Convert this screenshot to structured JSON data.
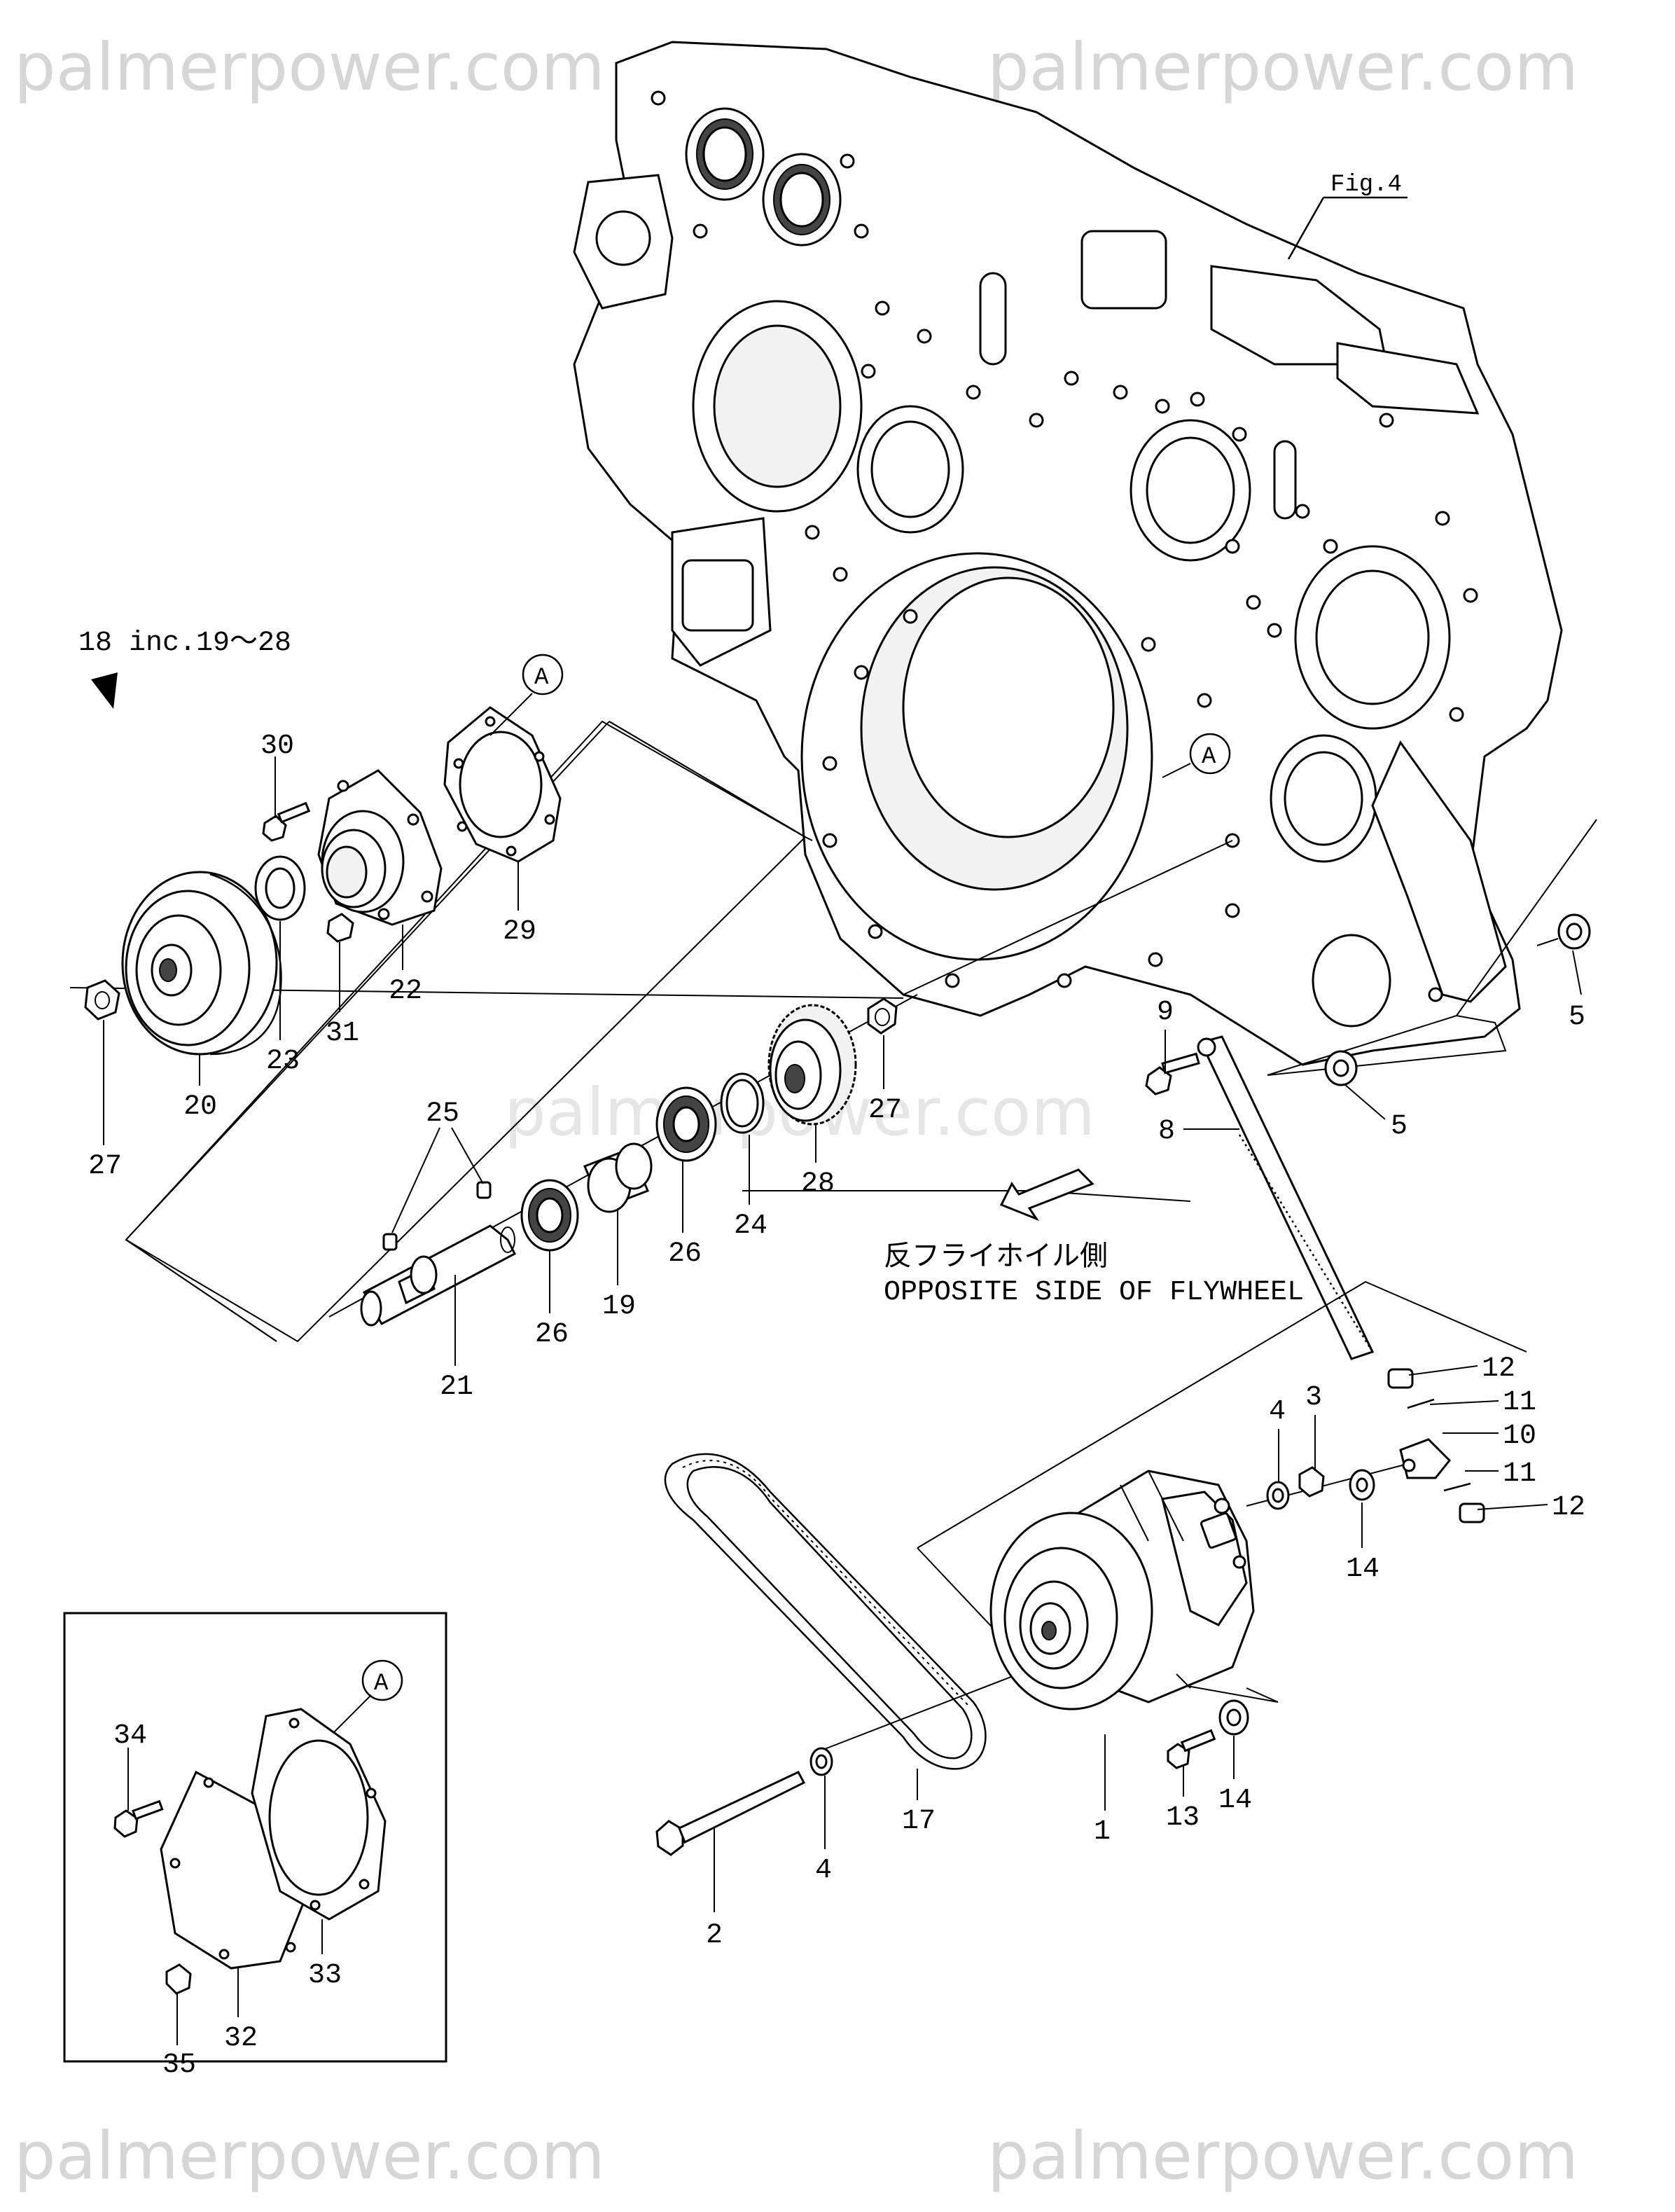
{
  "watermark": {
    "text": "palmerpower.com"
  },
  "header": {
    "group_label": "18 inc.19～28",
    "figure_ref": "Fig.4"
  },
  "view_note": {
    "japanese": "反フライホイル側",
    "english": "OPPOSITE SIDE OF FLYWHEEL"
  },
  "reference_marker": "A",
  "callouts": [
    {
      "id": "c1",
      "number": "1"
    },
    {
      "id": "c2",
      "number": "2"
    },
    {
      "id": "c3",
      "number": "3"
    },
    {
      "id": "c4a",
      "number": "4"
    },
    {
      "id": "c4b",
      "number": "4"
    },
    {
      "id": "c5a",
      "number": "5"
    },
    {
      "id": "c5b",
      "number": "5"
    },
    {
      "id": "c8",
      "number": "8"
    },
    {
      "id": "c9",
      "number": "9"
    },
    {
      "id": "c10",
      "number": "10"
    },
    {
      "id": "c11a",
      "number": "11"
    },
    {
      "id": "c11b",
      "number": "11"
    },
    {
      "id": "c12a",
      "number": "12"
    },
    {
      "id": "c12b",
      "number": "12"
    },
    {
      "id": "c13",
      "number": "13"
    },
    {
      "id": "c14a",
      "number": "14"
    },
    {
      "id": "c14b",
      "number": "14"
    },
    {
      "id": "c17",
      "number": "17"
    },
    {
      "id": "c19",
      "number": "19"
    },
    {
      "id": "c20",
      "number": "20"
    },
    {
      "id": "c21",
      "number": "21"
    },
    {
      "id": "c22",
      "number": "22"
    },
    {
      "id": "c23",
      "number": "23"
    },
    {
      "id": "c24",
      "number": "24"
    },
    {
      "id": "c25",
      "number": "25"
    },
    {
      "id": "c26a",
      "number": "26"
    },
    {
      "id": "c26b",
      "number": "26"
    },
    {
      "id": "c27a",
      "number": "27"
    },
    {
      "id": "c27b",
      "number": "27"
    },
    {
      "id": "c28",
      "number": "28"
    },
    {
      "id": "c29",
      "number": "29"
    },
    {
      "id": "c30",
      "number": "30"
    },
    {
      "id": "c31",
      "number": "31"
    },
    {
      "id": "c32",
      "number": "32"
    },
    {
      "id": "c33",
      "number": "33"
    },
    {
      "id": "c34",
      "number": "34"
    },
    {
      "id": "c35",
      "number": "35"
    }
  ]
}
